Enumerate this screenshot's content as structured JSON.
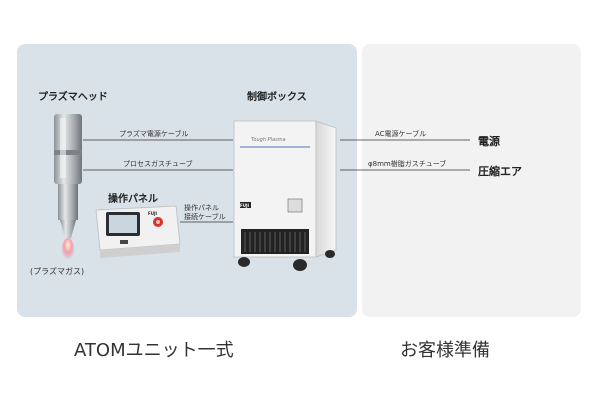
{
  "labels": {
    "plasma_head": "プラズマヘッド",
    "control_box": "制御ボックス",
    "operation_panel": "操作パネル",
    "plasma_gas": "(プラズマガス)",
    "plasma_power_cable": "プラズマ電源ケーブル",
    "process_gas_tube": "プロセスガスチューブ",
    "panel_cable_line1": "操作パネル",
    "panel_cable_line2": "接続ケーブル",
    "ac_cable": "AC電源ケーブル",
    "resin_gas_tube": "φ8mm樹脂ガスチューブ",
    "power_supply": "電源",
    "compressed_air": "圧縮エア",
    "box_brand": "Tough Plasma",
    "box_logo": "FUJI",
    "panel_logo": "FUJI"
  },
  "captions": {
    "left": "ATOMユニット一式",
    "right": "お客様準備"
  },
  "colors": {
    "left_panel": "#d9e2e8",
    "right_panel": "#f2f2f2",
    "line": "#333333",
    "plasma_flame": "#f08aa0"
  }
}
